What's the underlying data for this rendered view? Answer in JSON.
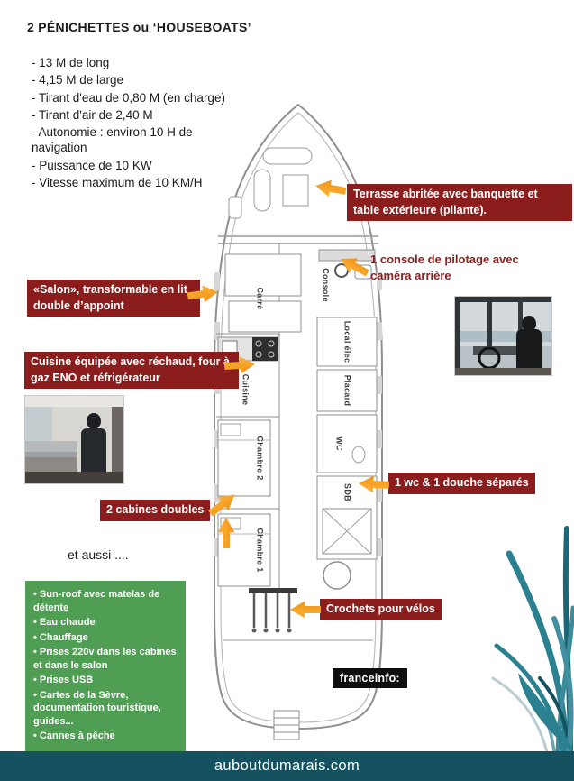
{
  "title": "2 PÉNICHETTES ou ‘HOUSEBOATS’",
  "specs": [
    "- 13 M de long",
    "- 4,15 M de large",
    "- Tirant d'eau de 0,80 M (en charge)",
    "- Tirant d'air de 2,40 M",
    "- Autonomie : environ 10 H de navigation",
    "- Puissance de 10 KW",
    "- Vitesse maximum de 10 KM/H"
  ],
  "callouts": {
    "terrasse": "Terrasse abritée avec banquette et table extérieure (pliante).",
    "console": "1 console de pilotage avec caméra arrière",
    "salon": "«Salon», transformable en lit double d’appoint",
    "cuisine": "Cuisine équipée avec réchaud, four à gaz ENO et réfrigérateur",
    "wc": "1 wc & 1 douche séparés",
    "cabines": "2 cabines doubles",
    "crochets": "Crochets pour vélos"
  },
  "et_aussi": "et aussi ....",
  "features": [
    "Sun-roof avec matelas de détente",
    "Eau chaude",
    "Chauffage",
    "Prises 220v dans les cabines et dans le salon",
    "Prises USB",
    "Cartes de la Sèvre, documentation touristique, guides...",
    "Cannes à pêche"
  ],
  "rooms": {
    "carre": "Carré",
    "console": "Console",
    "local_elec": "Local élec",
    "placard": "Placard",
    "cuisine": "Cuisine",
    "wc": "WC",
    "chambre2": "Chambre 2",
    "sdb": "SDB",
    "chambre1": "Chambre 1"
  },
  "badge": "franceinfo:",
  "footer": "auboutdumarais.com",
  "colors": {
    "maroon": "#8c1d1d",
    "orange": "#f59d1d",
    "green": "#4f9e53",
    "footer_teal": "#14525f"
  }
}
